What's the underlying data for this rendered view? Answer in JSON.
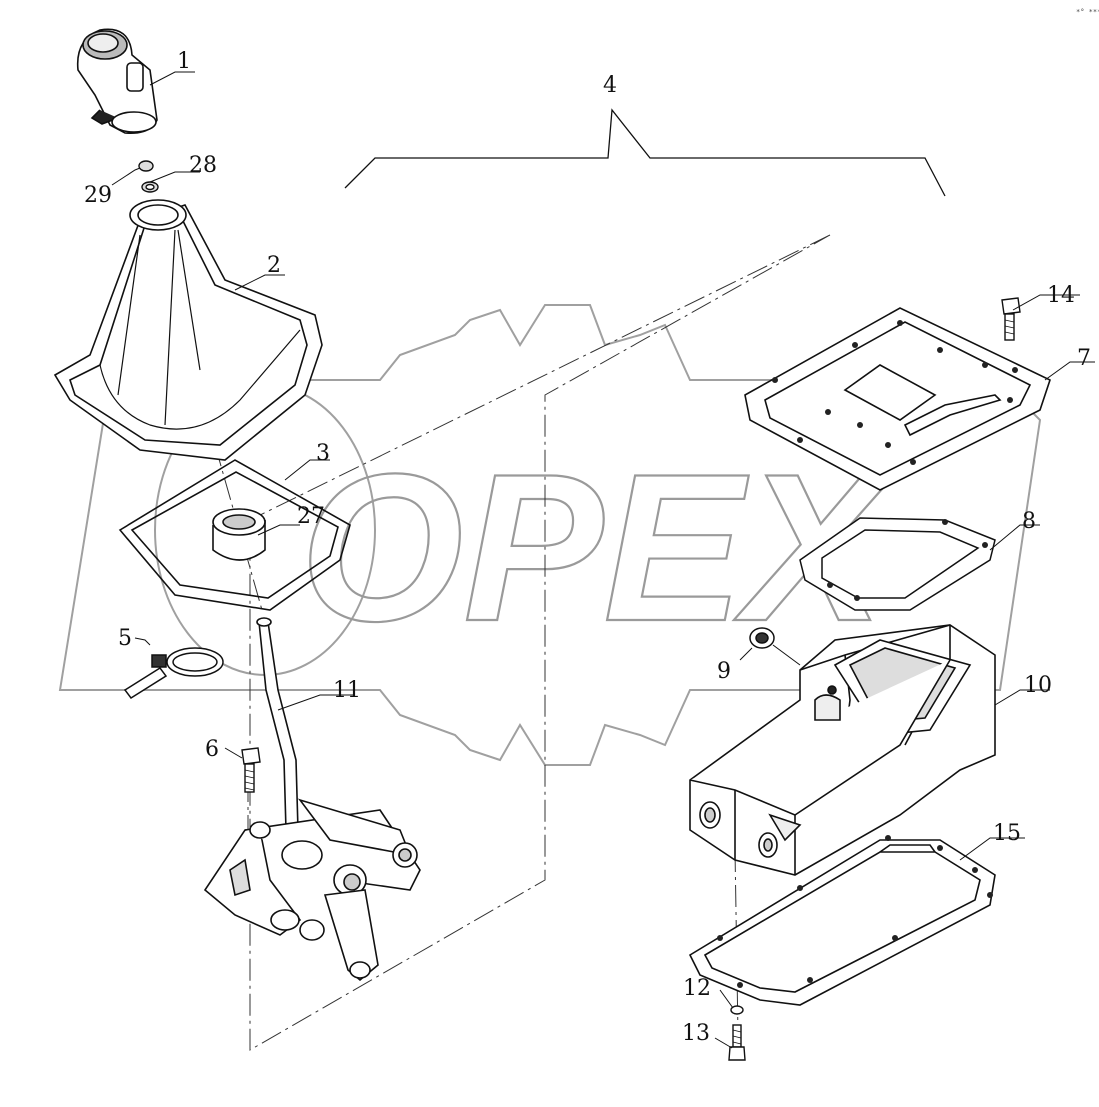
{
  "corner_mark": "*° ***",
  "watermark": "OPEX",
  "callouts": [
    {
      "id": "1",
      "label": "1"
    },
    {
      "id": "2",
      "label": "2"
    },
    {
      "id": "3",
      "label": "3"
    },
    {
      "id": "4",
      "label": "4"
    },
    {
      "id": "5",
      "label": "5"
    },
    {
      "id": "6",
      "label": "6"
    },
    {
      "id": "7",
      "label": "7"
    },
    {
      "id": "8",
      "label": "8"
    },
    {
      "id": "9",
      "label": "9"
    },
    {
      "id": "10",
      "label": "10"
    },
    {
      "id": "11",
      "label": "11"
    },
    {
      "id": "12",
      "label": "12"
    },
    {
      "id": "13",
      "label": "13"
    },
    {
      "id": "14",
      "label": "14"
    },
    {
      "id": "15",
      "label": "15"
    },
    {
      "id": "27",
      "label": "27"
    },
    {
      "id": "28",
      "label": "28"
    },
    {
      "id": "29",
      "label": "29"
    }
  ]
}
